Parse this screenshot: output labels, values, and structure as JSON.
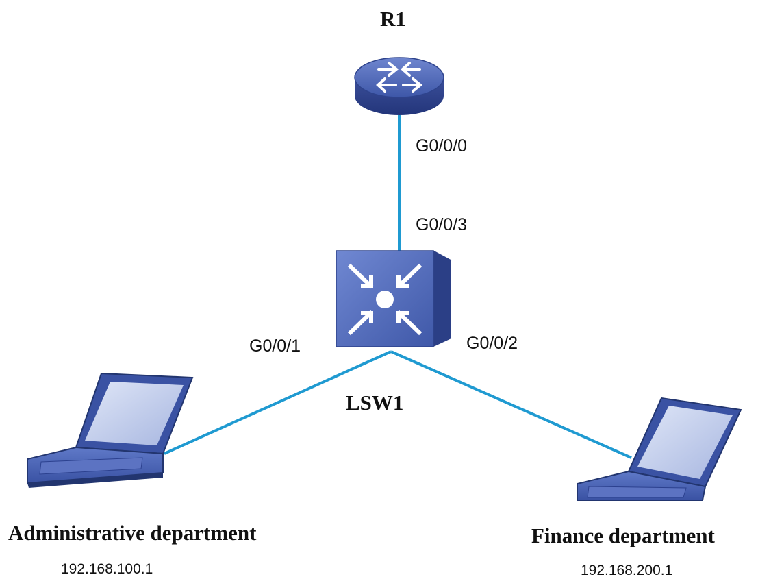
{
  "devices": {
    "router": {
      "name": "R1",
      "icon": "router-icon"
    },
    "switch": {
      "name": "LSW1",
      "icon": "layer3-switch-icon"
    }
  },
  "hosts": [
    {
      "name": "Administrative department",
      "ip": "192.168.100.1",
      "icon": "laptop-icon"
    },
    {
      "name": "Finance department",
      "ip": "192.168.200.1",
      "icon": "laptop-icon"
    }
  ],
  "links": [
    {
      "from": "R1",
      "from_port": "G0/0/0",
      "to": "LSW1",
      "to_port": "G0/0/3"
    },
    {
      "from": "LSW1",
      "from_port": "G0/0/1",
      "to": "Administrative department",
      "to_port": ""
    },
    {
      "from": "LSW1",
      "from_port": "G0/0/2",
      "to": "Finance department",
      "to_port": ""
    }
  ],
  "colors": {
    "link": "#1f9ad1",
    "device_blue": "#3d57a6",
    "device_dark": "#2b3f86",
    "device_light": "#a9b8e6",
    "text": "#111111"
  }
}
